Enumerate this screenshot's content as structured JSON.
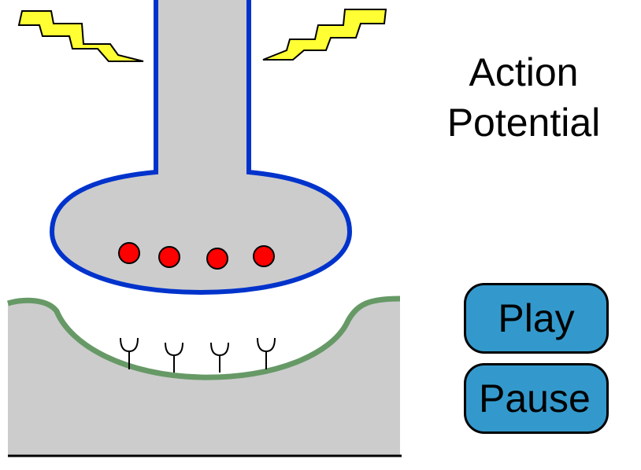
{
  "title": {
    "line1": "Action",
    "line2": "Potential"
  },
  "controls": {
    "play_label": "Play",
    "pause_label": "Pause"
  },
  "colors": {
    "axon_fill": "#cccccc",
    "axon_outline": "#0033cc",
    "vesicle": "#ff0000",
    "postsynaptic_membrane": "#669966",
    "lightning": "#ffff33",
    "button_fill": "#3399cc"
  },
  "icons": [
    "lightning-bolt-icon",
    "vesicle",
    "receptor"
  ]
}
